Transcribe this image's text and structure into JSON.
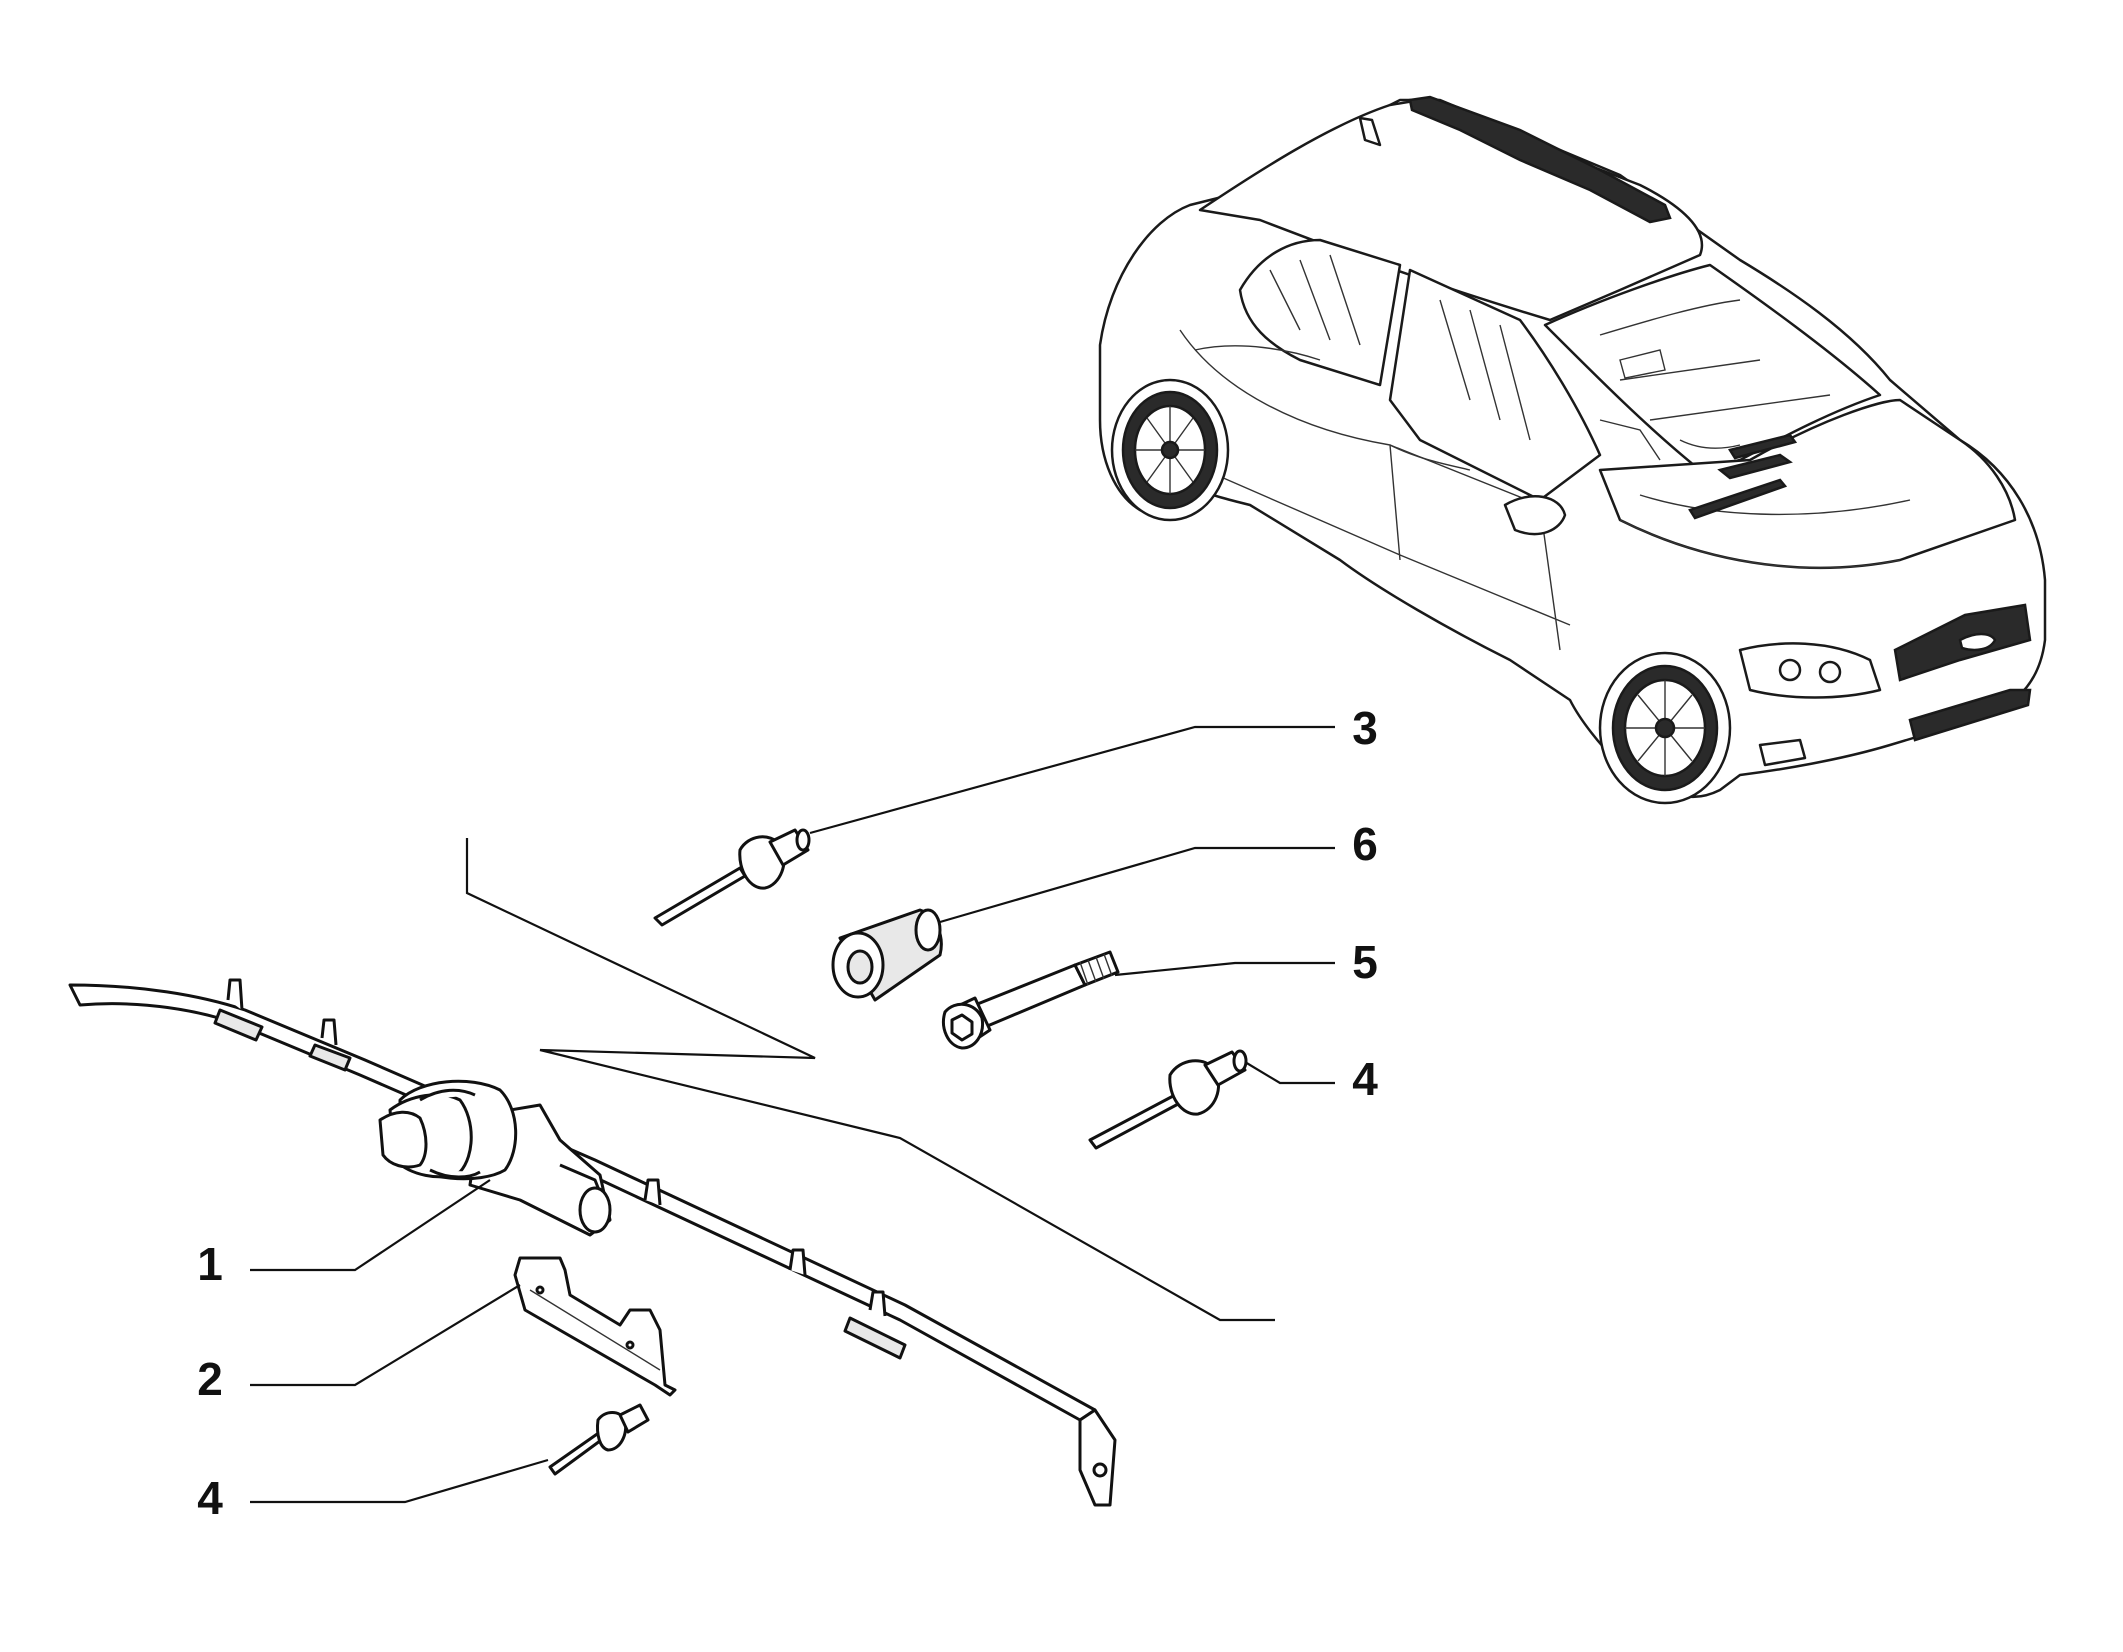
{
  "callouts": [
    {
      "id": "c1",
      "label": "1"
    },
    {
      "id": "c2",
      "label": "2"
    },
    {
      "id": "c3",
      "label": "3"
    },
    {
      "id": "c4a",
      "label": "4"
    },
    {
      "id": "c4b",
      "label": "4"
    },
    {
      "id": "c5",
      "label": "5"
    },
    {
      "id": "c6",
      "label": "6"
    }
  ],
  "parts": [
    {
      "ref": "1",
      "name": "curtain-airbag"
    },
    {
      "ref": "2",
      "name": "mounting-bracket"
    },
    {
      "ref": "3",
      "name": "rivet"
    },
    {
      "ref": "4",
      "name": "rivet"
    },
    {
      "ref": "5",
      "name": "bolt"
    },
    {
      "ref": "6",
      "name": "nut-insert"
    }
  ],
  "colors": {
    "line": "#111111",
    "background": "#ffffff"
  }
}
